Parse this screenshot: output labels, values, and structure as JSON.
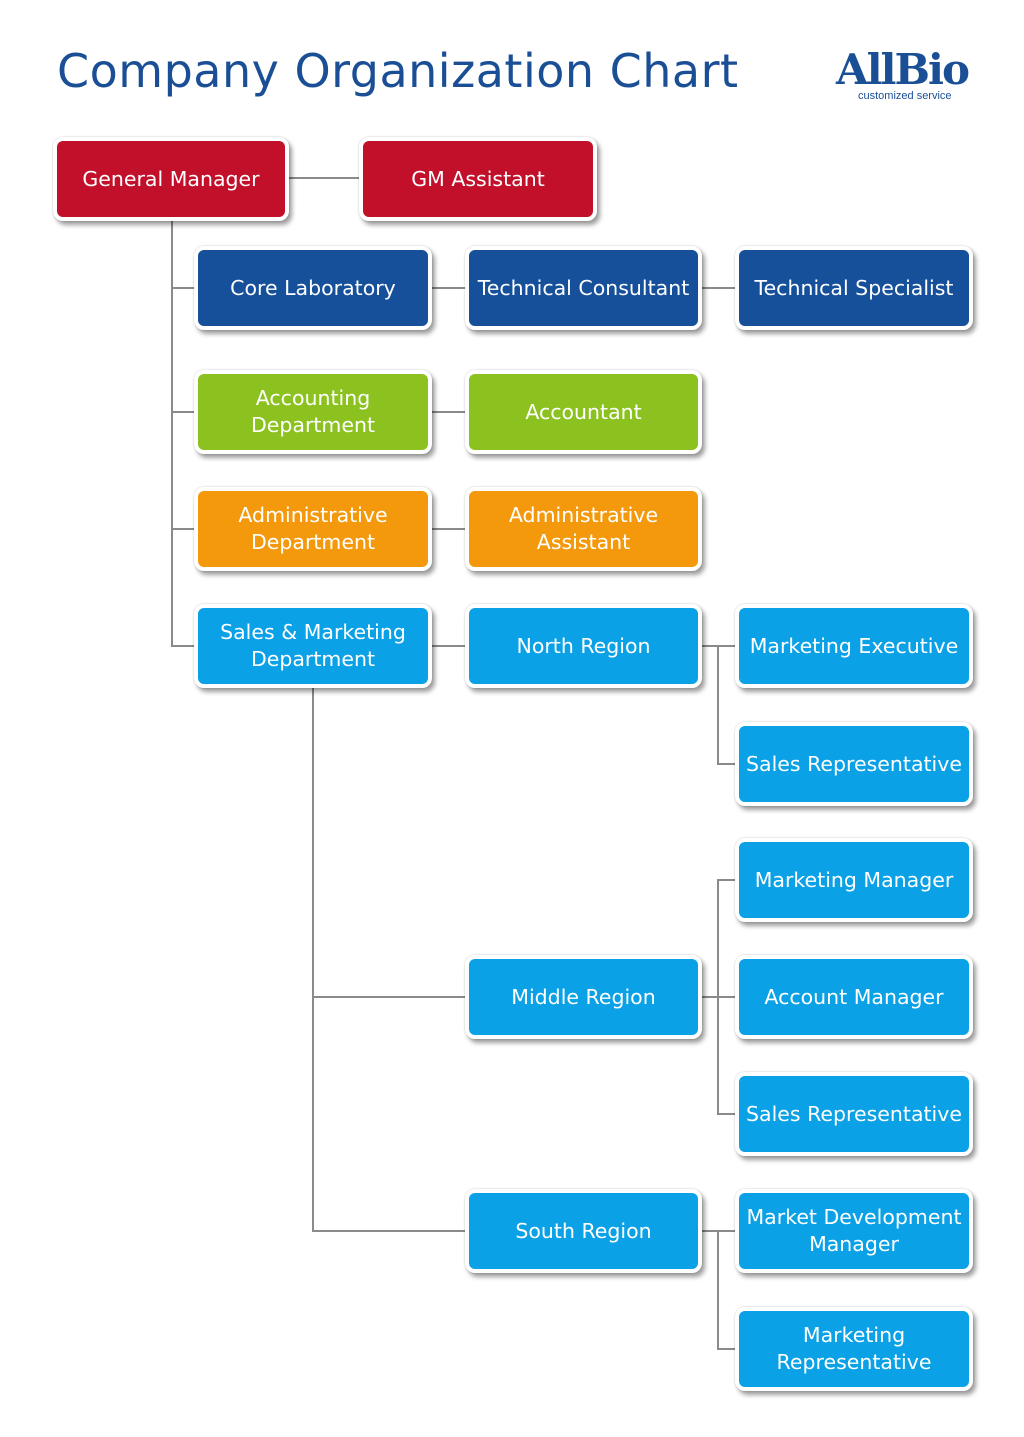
{
  "title": "Company Organization Chart",
  "logo": {
    "name": "AllBio",
    "tagline": "customized service"
  },
  "colors": {
    "management": "#c2102b",
    "technical": "#16509b",
    "accounting": "#8cc220",
    "administrative": "#f4990c",
    "sales": "#0aa1e6",
    "connector": "#8a8a8a"
  },
  "nodes": {
    "general_manager": "General Manager",
    "gm_assistant": "GM Assistant",
    "core_laboratory": "Core Laboratory",
    "technical_consultant": "Technical Consultant",
    "technical_specialist": "Technical Specialist",
    "accounting_department": "Accounting\nDepartment",
    "accountant": "Accountant",
    "administrative_department": "Administrative\nDepartment",
    "administrative_assistant": "Administrative\nAssistant",
    "sales_marketing_department": "Sales & Marketing\nDepartment",
    "north_region": "North Region",
    "north_marketing_executive": "Marketing Executive",
    "north_sales_representative": "Sales Representative",
    "middle_region": "Middle Region",
    "middle_marketing_manager": "Marketing Manager",
    "middle_account_manager": "Account Manager",
    "middle_sales_representative": "Sales Representative",
    "south_region": "South Region",
    "south_market_development_manager": "Market Development\nManager",
    "south_marketing_representative": "Marketing\nRepresentative"
  }
}
